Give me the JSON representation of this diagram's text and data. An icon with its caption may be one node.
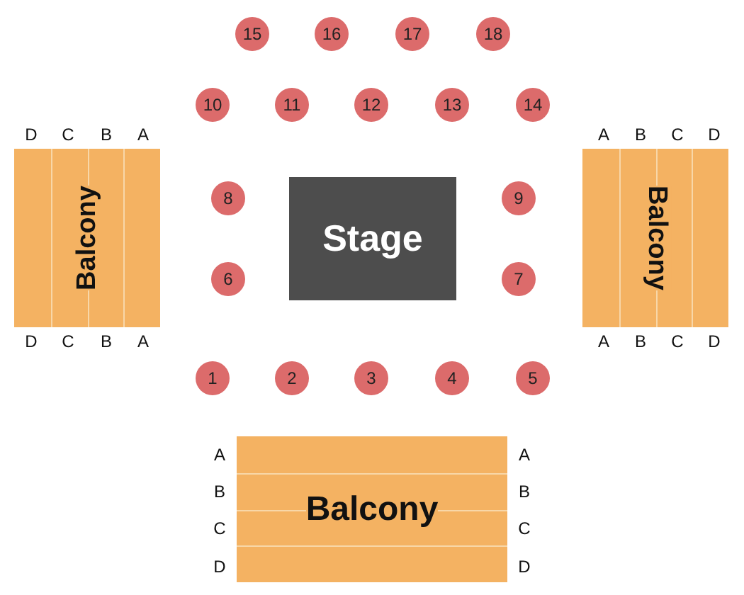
{
  "diagram": {
    "nodes": [
      {
        "text": [
          "15"
        ]
      },
      {
        "text": [
          "16"
        ]
      },
      {
        "text": [
          "17"
        ]
      },
      {
        "text": [
          "18"
        ]
      },
      {
        "text": [
          "10"
        ]
      },
      {
        "text": [
          "11"
        ]
      },
      {
        "text": [
          "12"
        ]
      },
      {
        "text": [
          "13"
        ]
      },
      {
        "text": [
          "14"
        ]
      },
      {
        "text": [
          "Balcony"
        ]
      },
      {
        "text": [
          "8"
        ]
      },
      {
        "text": [
          "Stage"
        ]
      },
      {
        "text": [
          "9"
        ]
      },
      {
        "text": [
          "Balcony"
        ]
      },
      {
        "text": [
          "6"
        ]
      },
      {
        "text": [
          "7"
        ]
      },
      {
        "text": [
          "1"
        ]
      },
      {
        "text": [
          "2"
        ]
      },
      {
        "text": [
          "3"
        ]
      },
      {
        "text": [
          "4"
        ]
      },
      {
        "text": [
          "5"
        ]
      },
      {
        "text": [
          "Balcony"
        ]
      }
    ],
    "labels": [
      "D",
      "C",
      "B",
      "A",
      "A",
      "B",
      "C",
      "D",
      "D",
      "C",
      "B",
      "A",
      "A",
      "B",
      "C",
      "D",
      "A",
      "A",
      "B",
      "B",
      "C",
      "C",
      "D",
      "D"
    ]
  }
}
